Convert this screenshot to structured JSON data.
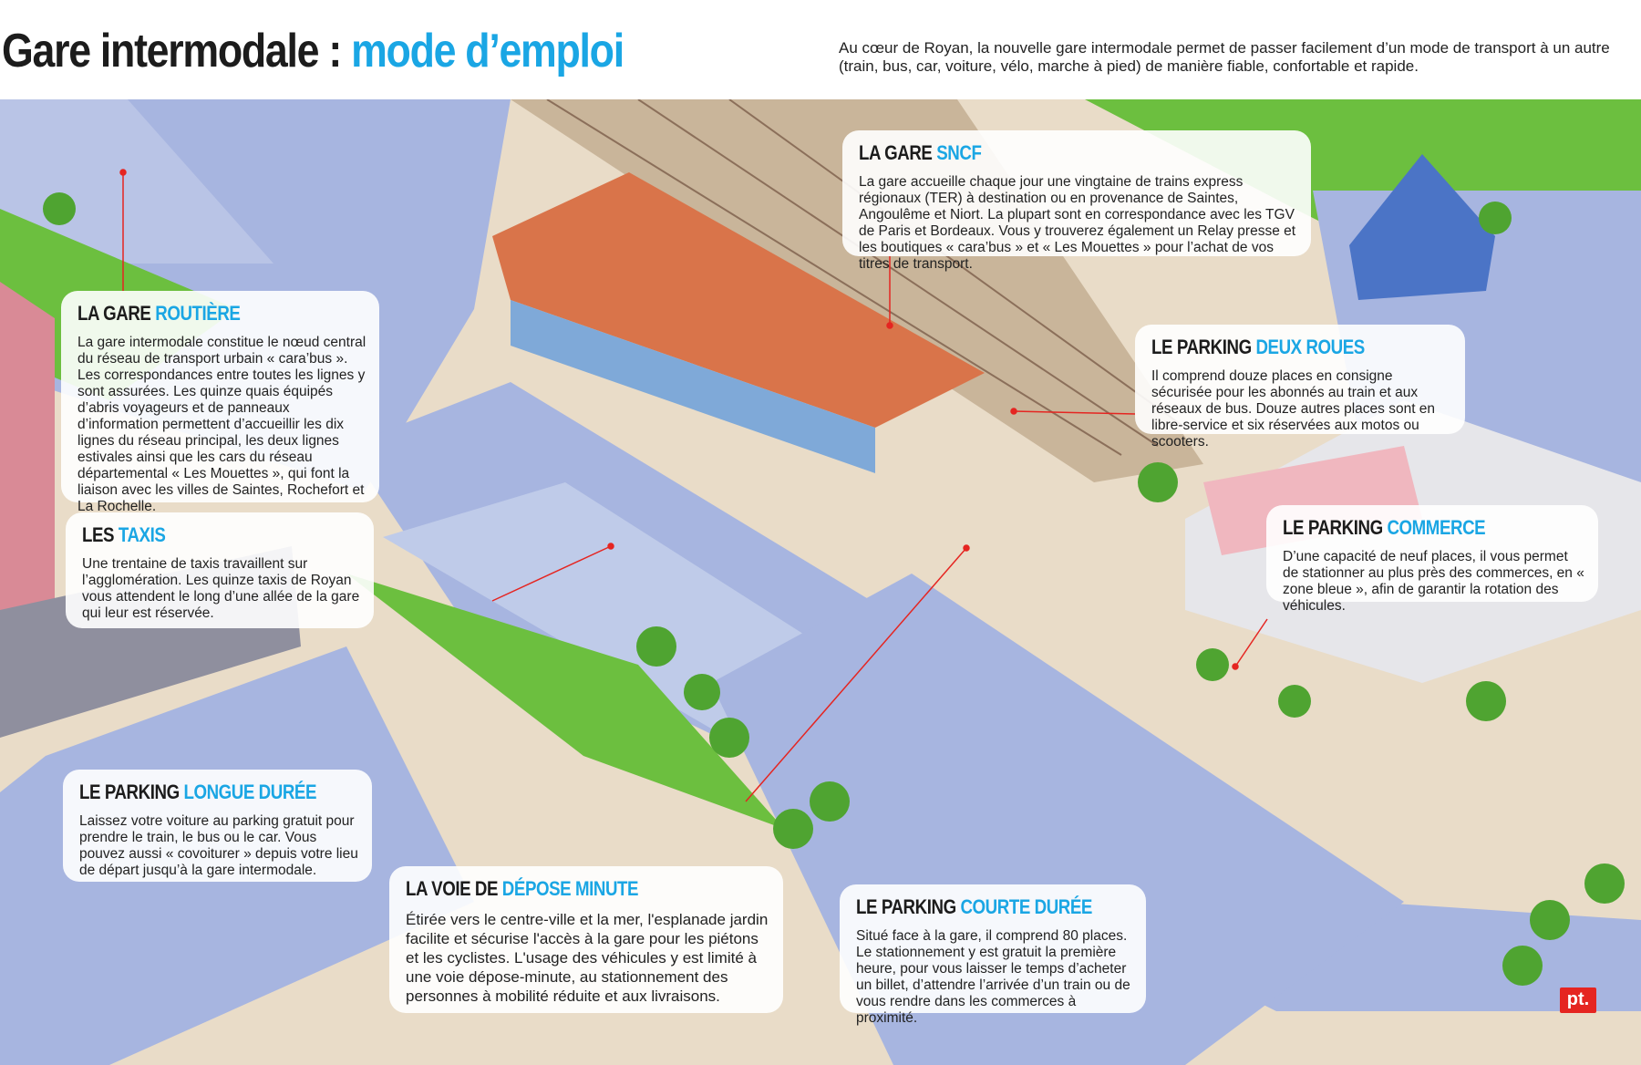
{
  "header": {
    "title_main": "Gare intermodale : ",
    "title_accent": "mode d’emploi",
    "intro": "Au cœur de Royan, la nouvelle gare intermodale permet de passer facilement d’un mode de transport à un autre (train, bus, car, voiture, vélo, marche à pied) de manière fiable, confortable et rapide."
  },
  "colors": {
    "accent": "#1aa6e4",
    "road": "#9fb0dd",
    "grass": "#6cbf3f",
    "plaza": "#e9dcc8",
    "roof": "#d9744a"
  },
  "boxes": {
    "sncf": {
      "title": "LA GARE ",
      "accent": "SNCF",
      "text": "La gare accueille chaque jour une vingtaine de trains express régionaux (TER) à destination ou en provenance de Saintes, Angoulême et Niort. La plupart sont en correspondance avec les TGV de Paris et Bordeaux. Vous y trouverez également un Relay presse et les boutiques « cara’bus » et « Les Mouettes » pour l’achat de vos titres de transport."
    },
    "routiere": {
      "title": "LA GARE ",
      "accent": "ROUTIÈRE",
      "text": "La gare intermodale constitue le nœud central du réseau de transport urbain « cara’bus ». Les correspondances entre toutes les lignes y sont assurées. Les quinze quais équipés d’abris voyageurs et de panneaux d’information permettent d’accueillir les dix lignes du réseau principal, les deux lignes estivales ainsi que les cars du réseau départemental « Les Mouettes », qui font la liaison avec les villes de Saintes, Rochefort et La Rochelle."
    },
    "taxis": {
      "title": "LES ",
      "accent": "TAXIS",
      "text": "Une trentaine de taxis travaillent sur l’agglomération. Les quinze taxis de Royan vous attendent le long d’une allée de la gare qui leur est réservée."
    },
    "deux_roues": {
      "title": "LE PARKING ",
      "accent": "DEUX ROUES",
      "text": "Il comprend douze places en consigne sécurisée pour les abonnés au train et aux réseaux de bus. Douze autres places sont en libre-service et six réservées aux motos ou scooters."
    },
    "commerce": {
      "title": "LE PARKING ",
      "accent": "COMMERCE",
      "text": "D’une capacité de neuf places, il vous permet de stationner au plus près des commerces, en « zone bleue », afin de garantir la rotation des véhicules."
    },
    "longue": {
      "title": "LE PARKING ",
      "accent": "LONGUE DURÉE",
      "text": "Laissez votre voiture au parking gratuit pour prendre le train, le bus ou le car. Vous pouvez aussi « covoiturer » depuis votre lieu de départ jusqu’à la gare intermodale."
    },
    "depose": {
      "title": "LA VOIE DE ",
      "accent": "DÉPOSE MINUTE",
      "text": "Étirée vers le centre-ville et la mer, l'esplanade jardin facilite et sécurise l'accès à la gare pour les piétons et les cyclistes. L'usage des véhicules y est limité à une voie dépose-minute, au stationnement des personnes à mobilité réduite et aux livraisons."
    },
    "courte": {
      "title": "LE PARKING ",
      "accent": "COURTE DURÉE",
      "text": "Situé face à la gare, il comprend 80 places. Le stationnement y est gratuit la première heure, pour vous laisser le temps d’acheter un billet, d’attendre l’arrivée d’un train ou de vous rendre dans les commerces à proximité."
    }
  },
  "logo": "pt."
}
